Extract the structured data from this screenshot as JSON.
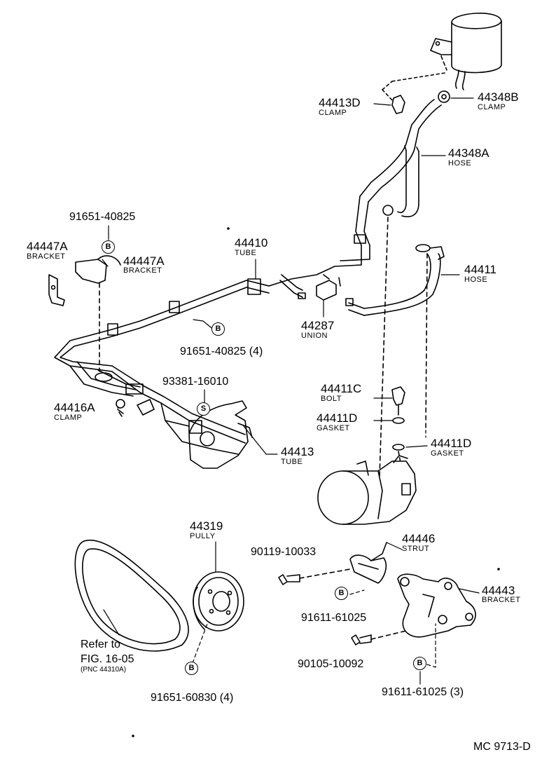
{
  "parts": [
    {
      "number": "44413D",
      "name": "CLAMP"
    },
    {
      "number": "44348B",
      "name": "CLAMP"
    },
    {
      "number": "44348A",
      "name": "HOSE"
    },
    {
      "number": "91651-40825",
      "name": ""
    },
    {
      "number": "44447A",
      "name": "BRACKET"
    },
    {
      "number": "44447A",
      "name": "BRACKET"
    },
    {
      "number": "44410",
      "name": "TUBE"
    },
    {
      "number": "44411",
      "name": "HOSE"
    },
    {
      "number": "44287",
      "name": "UNION"
    },
    {
      "number": "91651-40825 (4)",
      "name": ""
    },
    {
      "number": "93381-16010",
      "name": ""
    },
    {
      "number": "44411C",
      "name": "BOLT"
    },
    {
      "number": "44416A",
      "name": "CLAMP"
    },
    {
      "number": "44411D",
      "name": "GASKET"
    },
    {
      "number": "44411D",
      "name": "GASKET"
    },
    {
      "number": "44413",
      "name": "TUBE"
    },
    {
      "number": "44319",
      "name": "PULLY"
    },
    {
      "number": "44446",
      "name": "STRUT"
    },
    {
      "number": "90119-10033",
      "name": ""
    },
    {
      "number": "44443",
      "name": "BRACKET"
    },
    {
      "number": "91611-61025",
      "name": ""
    },
    {
      "number": "90105-10092",
      "name": ""
    },
    {
      "number": "91651-60830 (4)",
      "name": ""
    },
    {
      "number": "91611-61025 (3)",
      "name": ""
    }
  ],
  "markers": {
    "b": "B",
    "s": "S"
  },
  "refer": {
    "line1": "Refer to",
    "line2": "FIG. 16-05",
    "line3": "(PNC 44310A)"
  },
  "figure_code": "MC 9713-D"
}
